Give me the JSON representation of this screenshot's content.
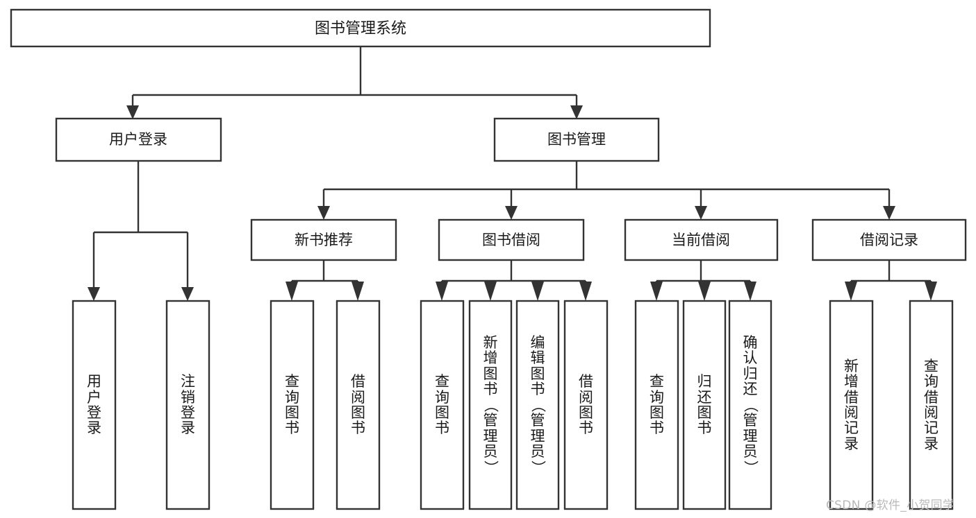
{
  "diagram": {
    "title": "图书管理系统",
    "type": "tree",
    "orientation": "top-down",
    "colors": {
      "background": "#ffffff",
      "box_fill": "#ffffff",
      "box_stroke": "#333333",
      "text": "#1a1a1a",
      "watermark": "#b9b9b9"
    },
    "levels": {
      "root": "图书管理系统",
      "level2": [
        "用户登录",
        "图书管理"
      ],
      "level3": [
        "新书推荐",
        "图书借阅",
        "当前借阅",
        "借阅记录"
      ]
    },
    "nodes": {
      "root": {
        "label": "图书管理系统",
        "orientation": "horizontal"
      },
      "user_login": {
        "label": "用户登录",
        "orientation": "horizontal"
      },
      "book_manage": {
        "label": "图书管理",
        "orientation": "horizontal"
      },
      "new_book_rec": {
        "label": "新书推荐",
        "orientation": "horizontal"
      },
      "book_borrow": {
        "label": "图书借阅",
        "orientation": "horizontal"
      },
      "current_borrow": {
        "label": "当前借阅",
        "orientation": "horizontal"
      },
      "borrow_record": {
        "label": "借阅记录",
        "orientation": "horizontal"
      },
      "leaf_user_login": {
        "label": "用户登录",
        "orientation": "vertical",
        "chars": [
          "用",
          "户",
          "登",
          "录"
        ]
      },
      "leaf_logout": {
        "label": "注销登录",
        "orientation": "vertical",
        "chars": [
          "注",
          "销",
          "登",
          "录"
        ]
      },
      "leaf_query_book_1": {
        "label": "查询图书",
        "orientation": "vertical",
        "chars": [
          "查",
          "询",
          "图",
          "书"
        ]
      },
      "leaf_borrow_book_1": {
        "label": "借阅图书",
        "orientation": "vertical",
        "chars": [
          "借",
          "阅",
          "图",
          "书"
        ]
      },
      "leaf_query_book_2": {
        "label": "查询图书",
        "orientation": "vertical",
        "chars": [
          "查",
          "询",
          "图",
          "书"
        ]
      },
      "leaf_add_book_admin": {
        "label": "新增图书（管理员）",
        "orientation": "vertical",
        "chars": [
          "新",
          "增",
          "图",
          "书",
          "（",
          "管",
          "理",
          "员",
          "）"
        ]
      },
      "leaf_edit_book_admin": {
        "label": "编辑图书（管理员）",
        "orientation": "vertical",
        "chars": [
          "编",
          "辑",
          "图",
          "书",
          "（",
          "管",
          "理",
          "员",
          "）"
        ]
      },
      "leaf_borrow_book_2": {
        "label": "借阅图书",
        "orientation": "vertical",
        "chars": [
          "借",
          "阅",
          "图",
          "书"
        ]
      },
      "leaf_query_book_3": {
        "label": "查询图书",
        "orientation": "vertical",
        "chars": [
          "查",
          "询",
          "图",
          "书"
        ]
      },
      "leaf_return_book": {
        "label": "归还图书",
        "orientation": "vertical",
        "chars": [
          "归",
          "还",
          "图",
          "书"
        ]
      },
      "leaf_confirm_return_admin": {
        "label": "确认归还（管理员）",
        "orientation": "vertical",
        "chars": [
          "确",
          "认",
          "归",
          "还",
          "（",
          "管",
          "理",
          "员",
          "）"
        ]
      },
      "leaf_add_borrow_record": {
        "label": "新增借阅记录",
        "orientation": "vertical",
        "chars": [
          "新",
          "增",
          "借",
          "阅",
          "记",
          "录"
        ]
      },
      "leaf_query_borrow_record": {
        "label": "查询借阅记录",
        "orientation": "vertical",
        "chars": [
          "查",
          "询",
          "借",
          "阅",
          "记",
          "录"
        ]
      }
    },
    "edges": [
      {
        "from": "root",
        "to": "user_login"
      },
      {
        "from": "root",
        "to": "book_manage"
      },
      {
        "from": "user_login",
        "to": "leaf_user_login"
      },
      {
        "from": "user_login",
        "to": "leaf_logout"
      },
      {
        "from": "book_manage",
        "to": "new_book_rec"
      },
      {
        "from": "book_manage",
        "to": "book_borrow"
      },
      {
        "from": "book_manage",
        "to": "current_borrow"
      },
      {
        "from": "book_manage",
        "to": "borrow_record"
      },
      {
        "from": "new_book_rec",
        "to": "leaf_query_book_1"
      },
      {
        "from": "new_book_rec",
        "to": "leaf_borrow_book_1"
      },
      {
        "from": "book_borrow",
        "to": "leaf_query_book_2"
      },
      {
        "from": "book_borrow",
        "to": "leaf_add_book_admin"
      },
      {
        "from": "book_borrow",
        "to": "leaf_edit_book_admin"
      },
      {
        "from": "book_borrow",
        "to": "leaf_borrow_book_2"
      },
      {
        "from": "current_borrow",
        "to": "leaf_query_book_3"
      },
      {
        "from": "current_borrow",
        "to": "leaf_return_book"
      },
      {
        "from": "current_borrow",
        "to": "leaf_confirm_return_admin"
      },
      {
        "from": "borrow_record",
        "to": "leaf_add_borrow_record"
      },
      {
        "from": "borrow_record",
        "to": "leaf_query_borrow_record"
      }
    ]
  },
  "watermark": {
    "text": "CSDN @软件_小贺同学"
  }
}
